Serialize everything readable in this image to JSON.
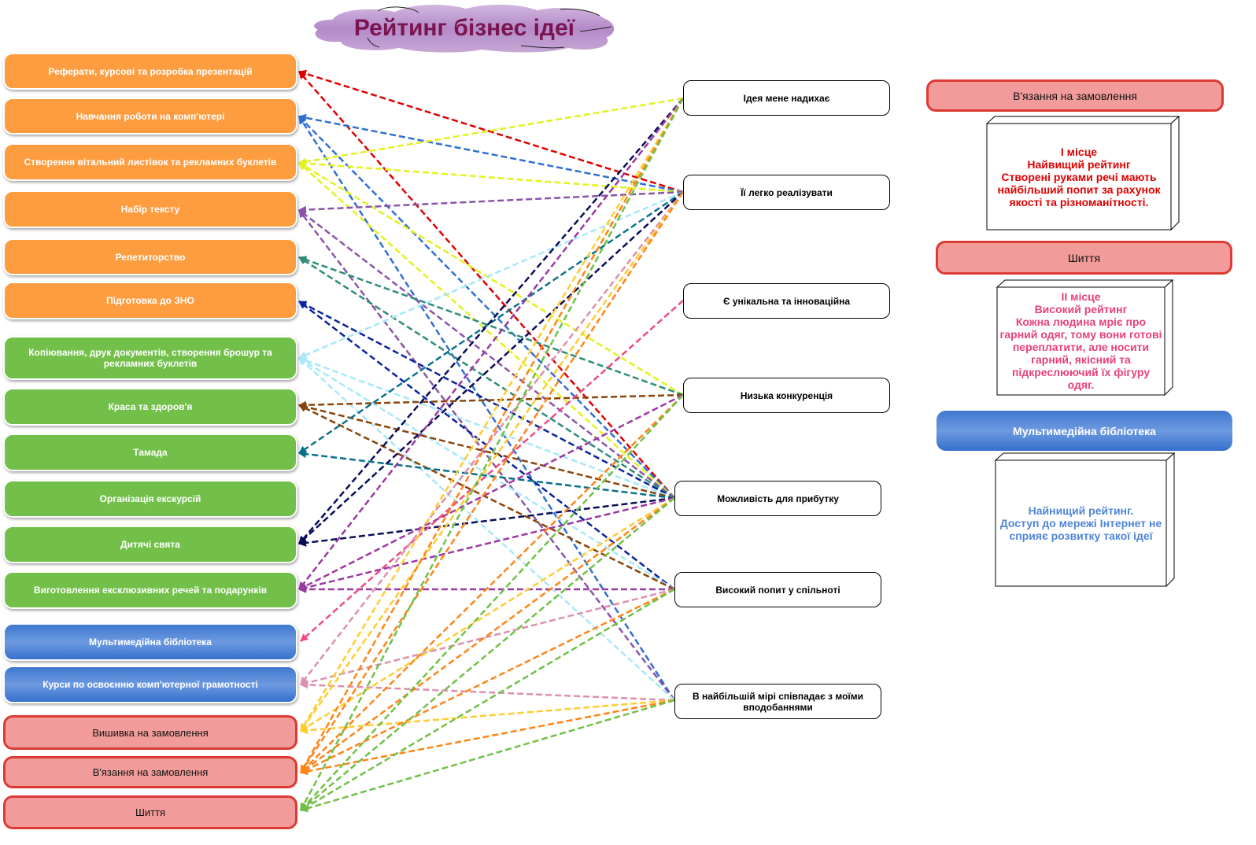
{
  "title": "Рейтинг бізнес ідеї",
  "colors": {
    "title_text": "#7b1550",
    "orange_box": "#fd9d40",
    "green_box": "#72c04a",
    "blue_box": "#4a82d6",
    "red_box_fill": "#f19c9a",
    "red_box_border": "#de3a34",
    "first_place_text": "#e00000",
    "second_place_text": "#e8407a",
    "lowest_text": "#4f86d6"
  },
  "sources": [
    {
      "id": "s0",
      "label": "Реферати, курсові та розробка презентацій",
      "group": "orange",
      "arrow_color": "#e00000"
    },
    {
      "id": "s1",
      "label": "Навчання роботи на комп'ютері",
      "group": "orange",
      "arrow_color": "#2f6fd4"
    },
    {
      "id": "s2",
      "label": "Створення вітальний листівок та рекламних буклетів",
      "group": "orange",
      "arrow_color": "#e2f21c"
    },
    {
      "id": "s3",
      "label": "Набір тексту",
      "group": "orange",
      "arrow_color": "#8a55a8"
    },
    {
      "id": "s4",
      "label": "Репетиторство",
      "group": "orange",
      "arrow_color": "#2e8c78"
    },
    {
      "id": "s5",
      "label": "Підготовка до ЗНО",
      "group": "orange",
      "arrow_color": "#0a23a0"
    },
    {
      "id": "s6",
      "label": "Копіювання, друк документів, створення брошур та рекламних буклетів",
      "group": "green",
      "arrow_color": "#a8e8f8"
    },
    {
      "id": "s7",
      "label": "Краса та здоров'я",
      "group": "green",
      "arrow_color": "#8a4408"
    },
    {
      "id": "s8",
      "label": "Тамада",
      "group": "green",
      "arrow_color": "#08708a"
    },
    {
      "id": "s9",
      "label": "Організація екскурсій",
      "group": "green",
      "arrow_color": ""
    },
    {
      "id": "s10",
      "label": "Дитячі свята",
      "group": "green",
      "arrow_color": "#0a0e5a"
    },
    {
      "id": "s11",
      "label": "Виготовлення ексклюзивних речей та подарунків",
      "group": "green",
      "arrow_color": "#9a3aa0"
    },
    {
      "id": "s12",
      "label": "Мультимедійна бібліотека",
      "group": "blue",
      "arrow_color": "#ee4a84"
    },
    {
      "id": "s13",
      "label": "Курси по освоєнню комп'ютерної грамотності",
      "group": "blue",
      "arrow_color": "#dc90b0"
    },
    {
      "id": "s14",
      "label": "Вишивка на замовлення",
      "group": "red",
      "arrow_color": "#ffcc30"
    },
    {
      "id": "s15",
      "label": "В'язання на замовлення",
      "group": "red",
      "arrow_color": "#ff8418"
    },
    {
      "id": "s16",
      "label": "Шиття",
      "group": "red",
      "arrow_color": "#70c048"
    }
  ],
  "criteria": [
    {
      "id": "c0",
      "label": "Ідея мене надихає"
    },
    {
      "id": "c1",
      "label": "Її легко реалізувати"
    },
    {
      "id": "c2",
      "label": "Є унікальна та інноваційна"
    },
    {
      "id": "c3",
      "label": "Низька конкуренція"
    },
    {
      "id": "c4",
      "label": "Можливість для прибутку"
    },
    {
      "id": "c5",
      "label": "Високий попит у спільноті"
    },
    {
      "id": "c6",
      "label": "В найбільшій мірі співпадає з моїми вподобаннями"
    }
  ],
  "connections": [
    {
      "from": "c1",
      "to": "s0"
    },
    {
      "from": "c4",
      "to": "s0"
    },
    {
      "from": "c1",
      "to": "s1"
    },
    {
      "from": "c4",
      "to": "s1"
    },
    {
      "from": "c6",
      "to": "s1"
    },
    {
      "from": "c0",
      "to": "s2"
    },
    {
      "from": "c1",
      "to": "s2"
    },
    {
      "from": "c3",
      "to": "s2"
    },
    {
      "from": "c4",
      "to": "s2"
    },
    {
      "from": "c1",
      "to": "s3"
    },
    {
      "from": "c4",
      "to": "s3"
    },
    {
      "from": "c6",
      "to": "s3"
    },
    {
      "from": "c3",
      "to": "s4"
    },
    {
      "from": "c4",
      "to": "s4"
    },
    {
      "from": "c4",
      "to": "s5"
    },
    {
      "from": "c5",
      "to": "s5"
    },
    {
      "from": "c1",
      "to": "s6"
    },
    {
      "from": "c4",
      "to": "s6"
    },
    {
      "from": "c5",
      "to": "s6"
    },
    {
      "from": "c6",
      "to": "s6"
    },
    {
      "from": "c3",
      "to": "s7"
    },
    {
      "from": "c4",
      "to": "s7"
    },
    {
      "from": "c5",
      "to": "s7"
    },
    {
      "from": "c1",
      "to": "s8"
    },
    {
      "from": "c4",
      "to": "s8"
    },
    {
      "from": "c0",
      "to": "s10"
    },
    {
      "from": "c1",
      "to": "s10"
    },
    {
      "from": "c4",
      "to": "s10"
    },
    {
      "from": "c0",
      "to": "s11"
    },
    {
      "from": "c3",
      "to": "s11"
    },
    {
      "from": "c4",
      "to": "s11"
    },
    {
      "from": "c5",
      "to": "s11"
    },
    {
      "from": "c2",
      "to": "s12"
    },
    {
      "from": "c1",
      "to": "s13"
    },
    {
      "from": "c5",
      "to": "s13"
    },
    {
      "from": "c6",
      "to": "s13"
    },
    {
      "from": "c0",
      "to": "s14"
    },
    {
      "from": "c1",
      "to": "s14"
    },
    {
      "from": "c4",
      "to": "s14"
    },
    {
      "from": "c6",
      "to": "s14"
    },
    {
      "from": "c0",
      "to": "s15"
    },
    {
      "from": "c1",
      "to": "s15"
    },
    {
      "from": "c3",
      "to": "s15"
    },
    {
      "from": "c4",
      "to": "s15"
    },
    {
      "from": "c5",
      "to": "s15"
    },
    {
      "from": "c6",
      "to": "s15"
    },
    {
      "from": "c0",
      "to": "s16"
    },
    {
      "from": "c3",
      "to": "s16"
    },
    {
      "from": "c4",
      "to": "s16"
    },
    {
      "from": "c5",
      "to": "s16"
    },
    {
      "from": "c6",
      "to": "s16"
    }
  ],
  "rankings": [
    {
      "header": "В'язання на замовлення",
      "header_style": "red",
      "text_color": "#e00000",
      "lines": [
        "I місце",
        "Найвищий рейтинг",
        "Створені руками речі мають",
        "найбільший попит за рахунок",
        "якості та різноманітності."
      ]
    },
    {
      "header": "Шиття",
      "header_style": "red",
      "text_color": "#e8407a",
      "lines": [
        "II місце",
        "Високий рейтинг",
        "Кожна людина мріє про",
        "гарний одяг, тому вони готові",
        "переплатити, але носити",
        "гарний, якісний та",
        "підкреслюючий їх фігуру",
        "одяг."
      ]
    },
    {
      "header": "Мультимедійна бібліотека",
      "header_style": "blue",
      "text_color": "#4f86d6",
      "lines": [
        "Найнищий рейтинг.",
        "Доступ до мережі Інтернет не",
        "сприяє розвитку такої ідеї"
      ]
    }
  ]
}
